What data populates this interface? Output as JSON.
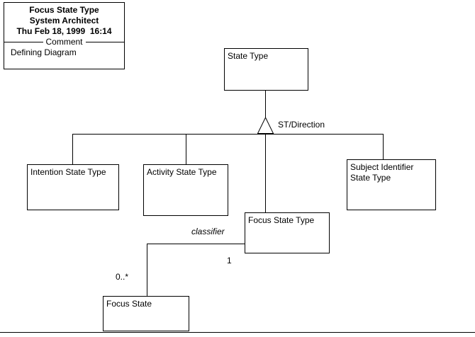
{
  "title_block": {
    "title": "Focus State Type",
    "tool": "System Architect",
    "timestamp": "Thu Feb 18, 1999  16:14",
    "divider_label": "Comment",
    "comment": "Defining Diagram"
  },
  "nodes": {
    "state_type": {
      "label": "State Type"
    },
    "intention": {
      "label": "Intention State Type"
    },
    "activity": {
      "label": "Activity State Type"
    },
    "subject_identifier": {
      "label": "Subject Identifier State Type"
    },
    "focus_state_type": {
      "label": "Focus State Type"
    },
    "focus_state": {
      "label": "Focus State"
    }
  },
  "edges": {
    "generalization_label": "ST/Direction",
    "association_label": "classifier",
    "multiplicity_one": "1",
    "multiplicity_many": "0..*"
  },
  "colors": {
    "background": "#ffffff",
    "line": "#000000",
    "text": "#000000"
  }
}
